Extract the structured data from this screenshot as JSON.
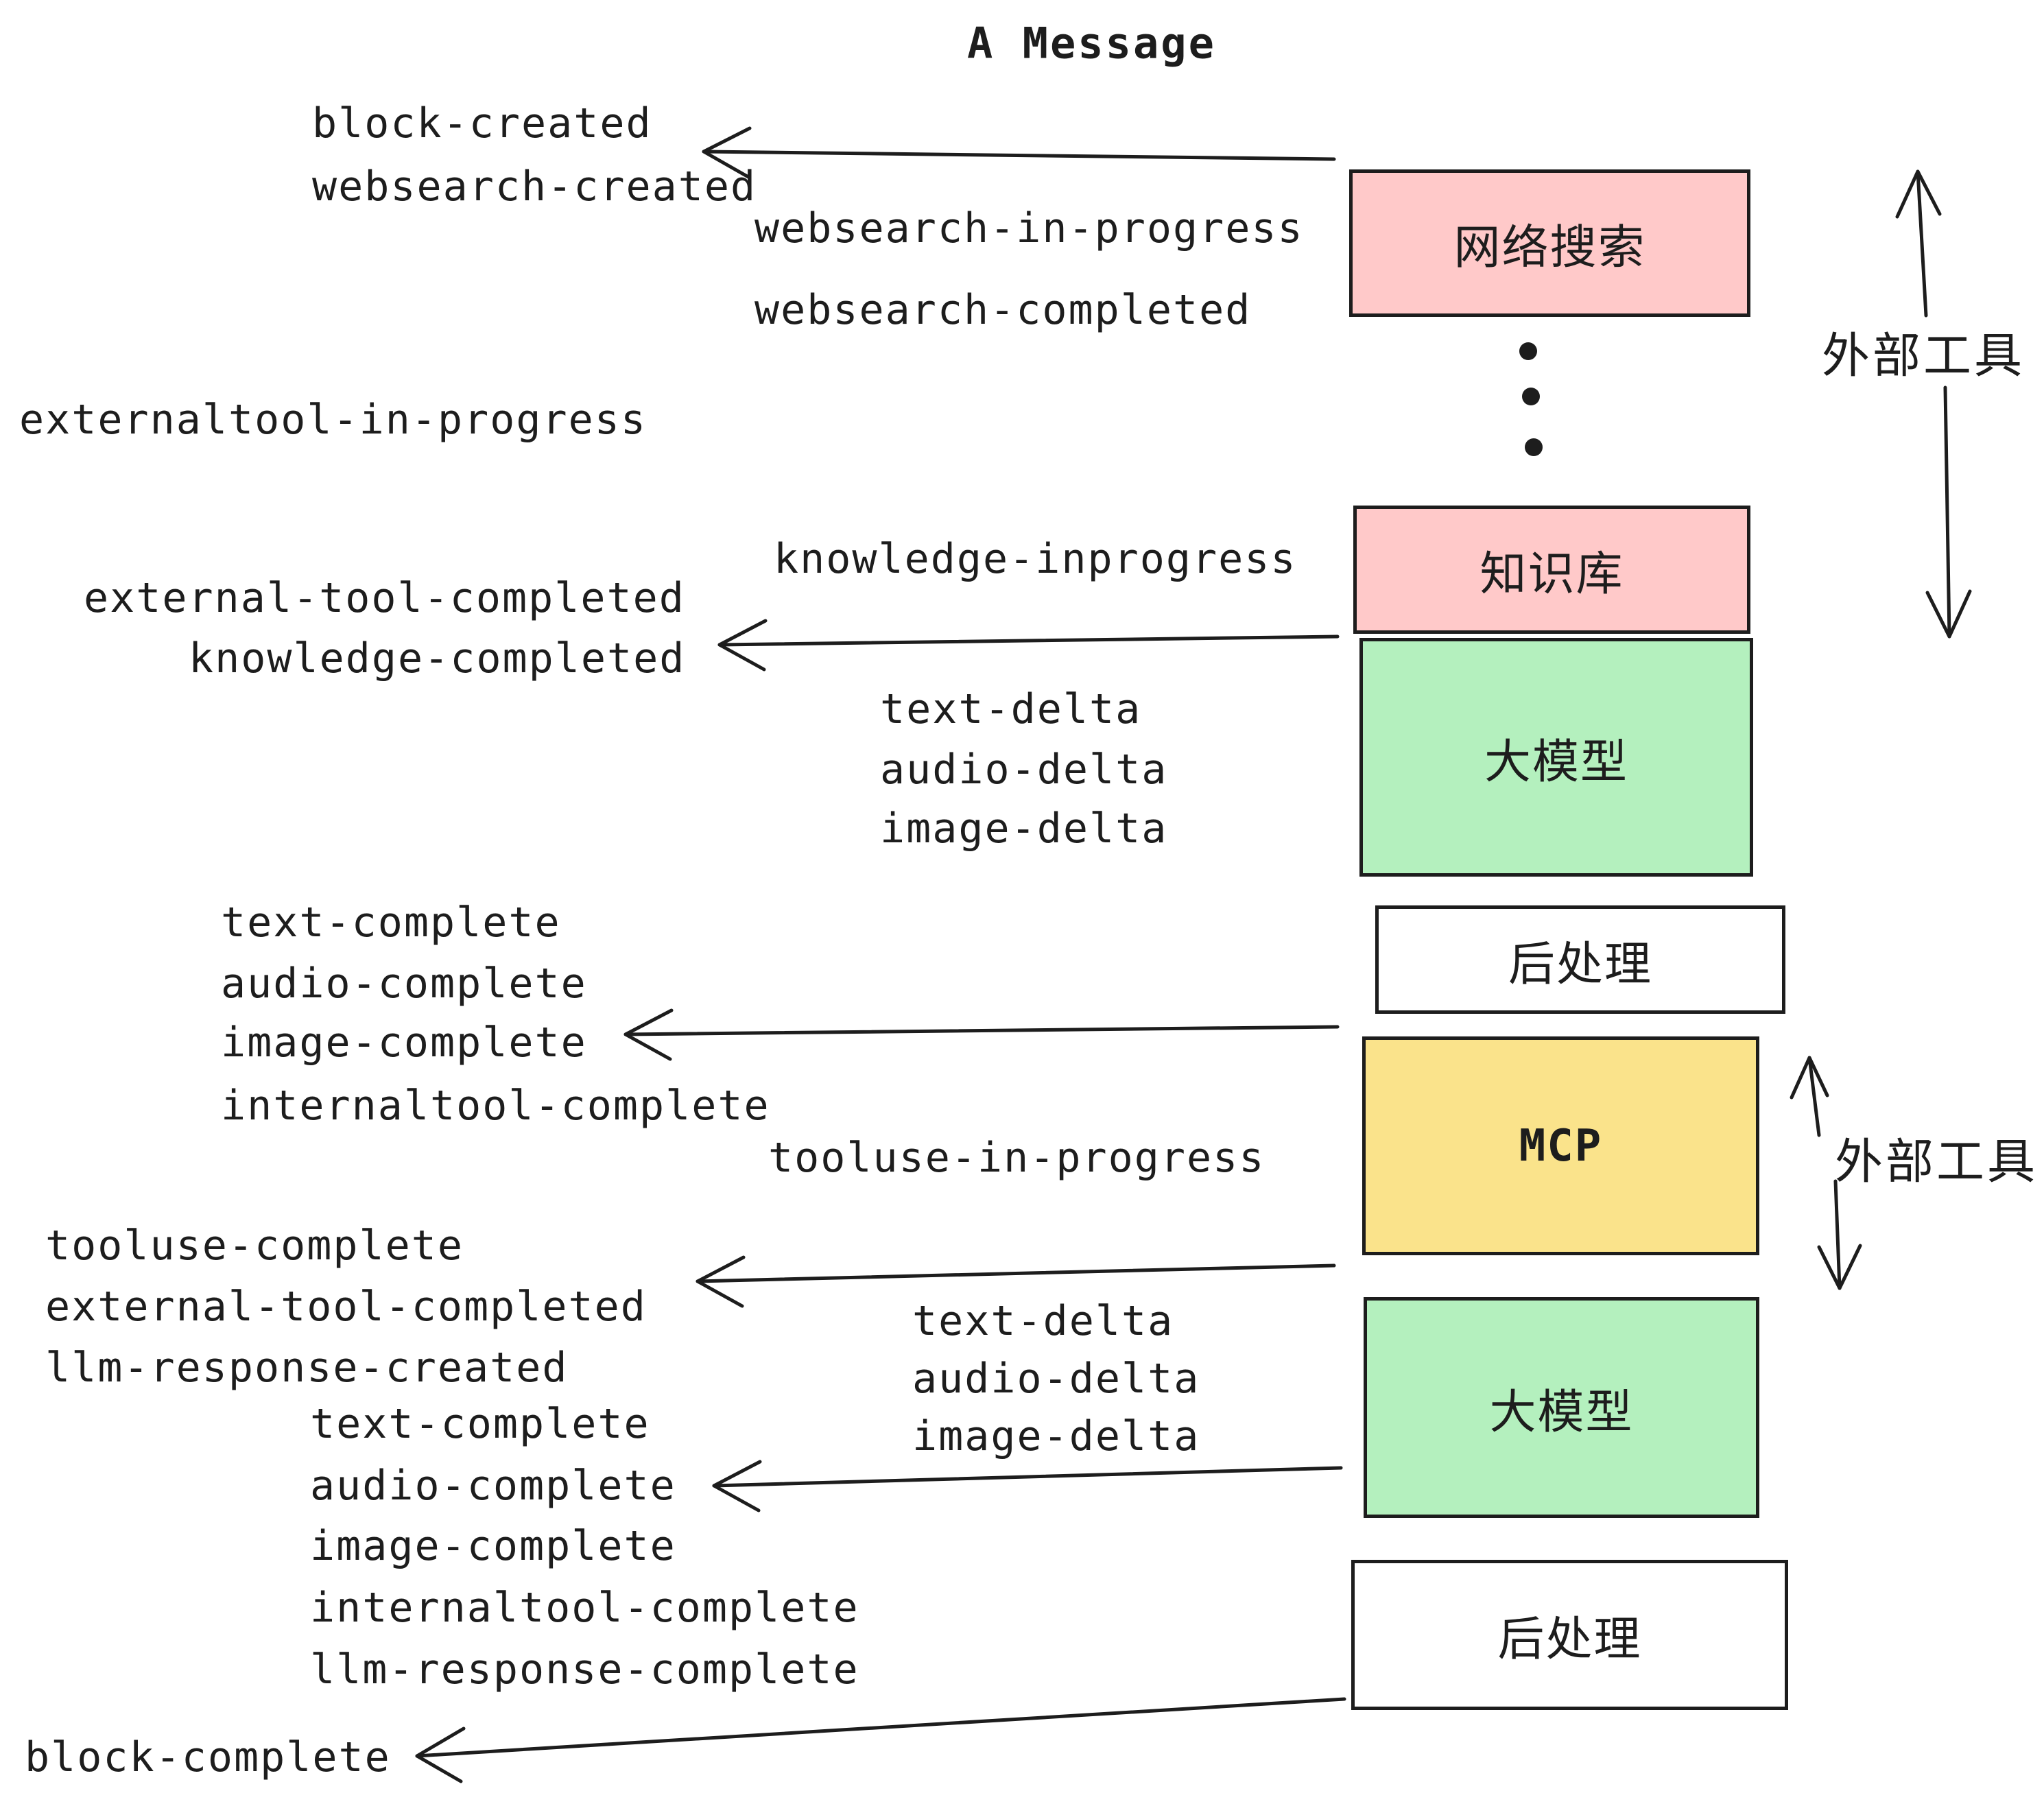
{
  "title": "A Message",
  "colors": {
    "pink": "#FFC9C9",
    "green": "#B4F0BE",
    "yellow": "#FAE38B",
    "white": "#FFFFFF",
    "stroke": "#1D1D1D"
  },
  "boxes": [
    {
      "id": "websearch",
      "label": "网络搜索",
      "fill": "pink"
    },
    {
      "id": "knowledge",
      "label": "知识库",
      "fill": "pink"
    },
    {
      "id": "llm-1",
      "label": "大模型",
      "fill": "green"
    },
    {
      "id": "postprocess-1",
      "label": "后处理",
      "fill": "white"
    },
    {
      "id": "mcp",
      "label": "MCP",
      "fill": "yellow"
    },
    {
      "id": "llm-2",
      "label": "大模型",
      "fill": "green"
    },
    {
      "id": "postprocess-2",
      "label": "后处理",
      "fill": "white"
    }
  ],
  "annotations": [
    {
      "label": "外部工具"
    },
    {
      "label": "外部工具"
    }
  ],
  "events": [
    {
      "text": "block-created"
    },
    {
      "text": "websearch-created"
    },
    {
      "text": "websearch-in-progress"
    },
    {
      "text": "websearch-completed"
    },
    {
      "text": "externaltool-in-progress"
    },
    {
      "text": "knowledge-inprogress"
    },
    {
      "text": "external-tool-completed"
    },
    {
      "text": "knowledge-completed"
    },
    {
      "text": "text-delta"
    },
    {
      "text": "audio-delta"
    },
    {
      "text": "image-delta"
    },
    {
      "text": "text-complete"
    },
    {
      "text": "audio-complete"
    },
    {
      "text": "image-complete"
    },
    {
      "text": "internaltool-complete"
    },
    {
      "text": "tooluse-in-progress"
    },
    {
      "text": "tooluse-complete"
    },
    {
      "text": "external-tool-completed"
    },
    {
      "text": "llm-response-created"
    },
    {
      "text": "text-delta"
    },
    {
      "text": "audio-delta"
    },
    {
      "text": "image-delta"
    },
    {
      "text": "text-complete"
    },
    {
      "text": "audio-complete"
    },
    {
      "text": "image-complete"
    },
    {
      "text": "internaltool-complete"
    },
    {
      "text": "llm-response-complete"
    },
    {
      "text": "block-complete"
    }
  ]
}
